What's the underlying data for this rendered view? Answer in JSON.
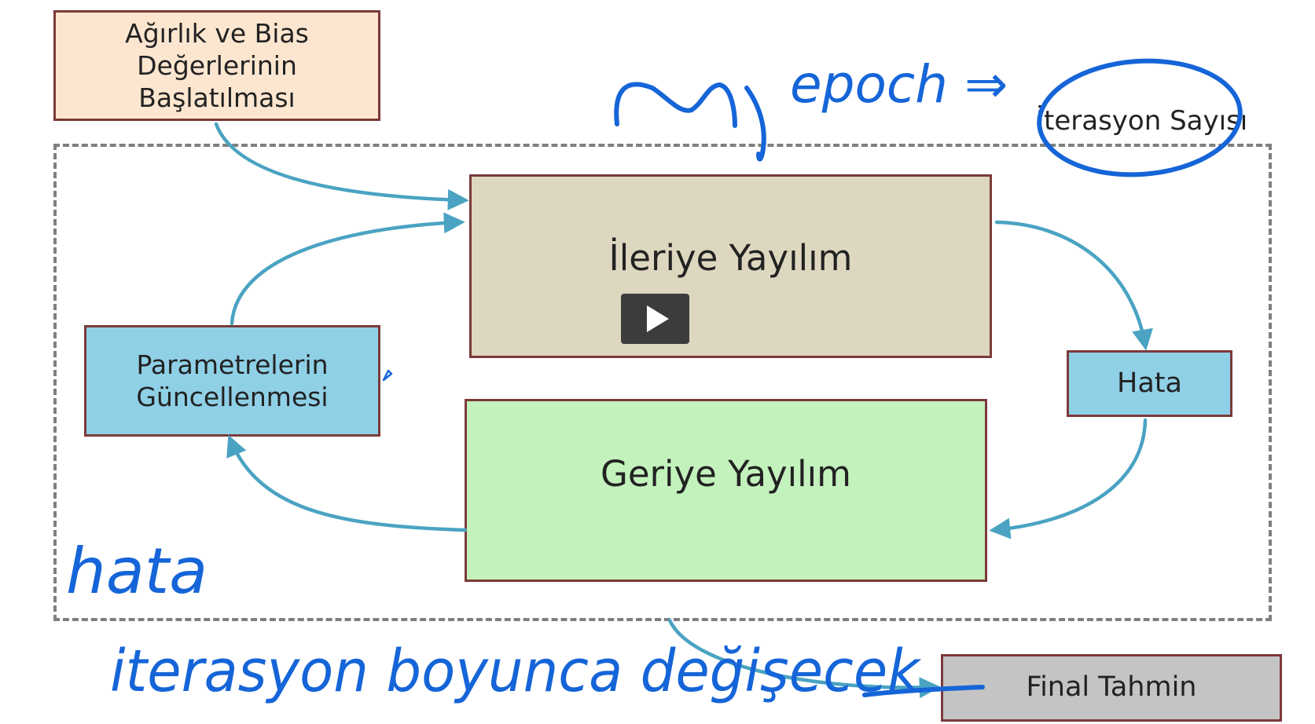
{
  "diagram": {
    "init_box": {
      "line1": "Ağırlık ve Bias",
      "line2": "Değerlerinin Başlatılması"
    },
    "iteration_label": "İterasyon Sayısı",
    "forward_box": {
      "label": "İleriye Yayılım"
    },
    "backward_box": {
      "label": "Geriye Yayılım"
    },
    "update_box": {
      "line1": "Parametrelerin",
      "line2": "Güncellenmesi"
    },
    "error_box": {
      "label": "Hata"
    },
    "final_box": {
      "label": "Final Tahmin"
    }
  },
  "handwriting": {
    "ink_color": "#1565d8",
    "epoch_note": "epoch ⇒",
    "word_hata": "hata",
    "bottom_note": "iterasyon boyunca değişecek"
  },
  "colors": {
    "arrow": "#4aa3c2",
    "box_border": "#7b3a3a",
    "dashed_border": "#7f7f7f"
  }
}
